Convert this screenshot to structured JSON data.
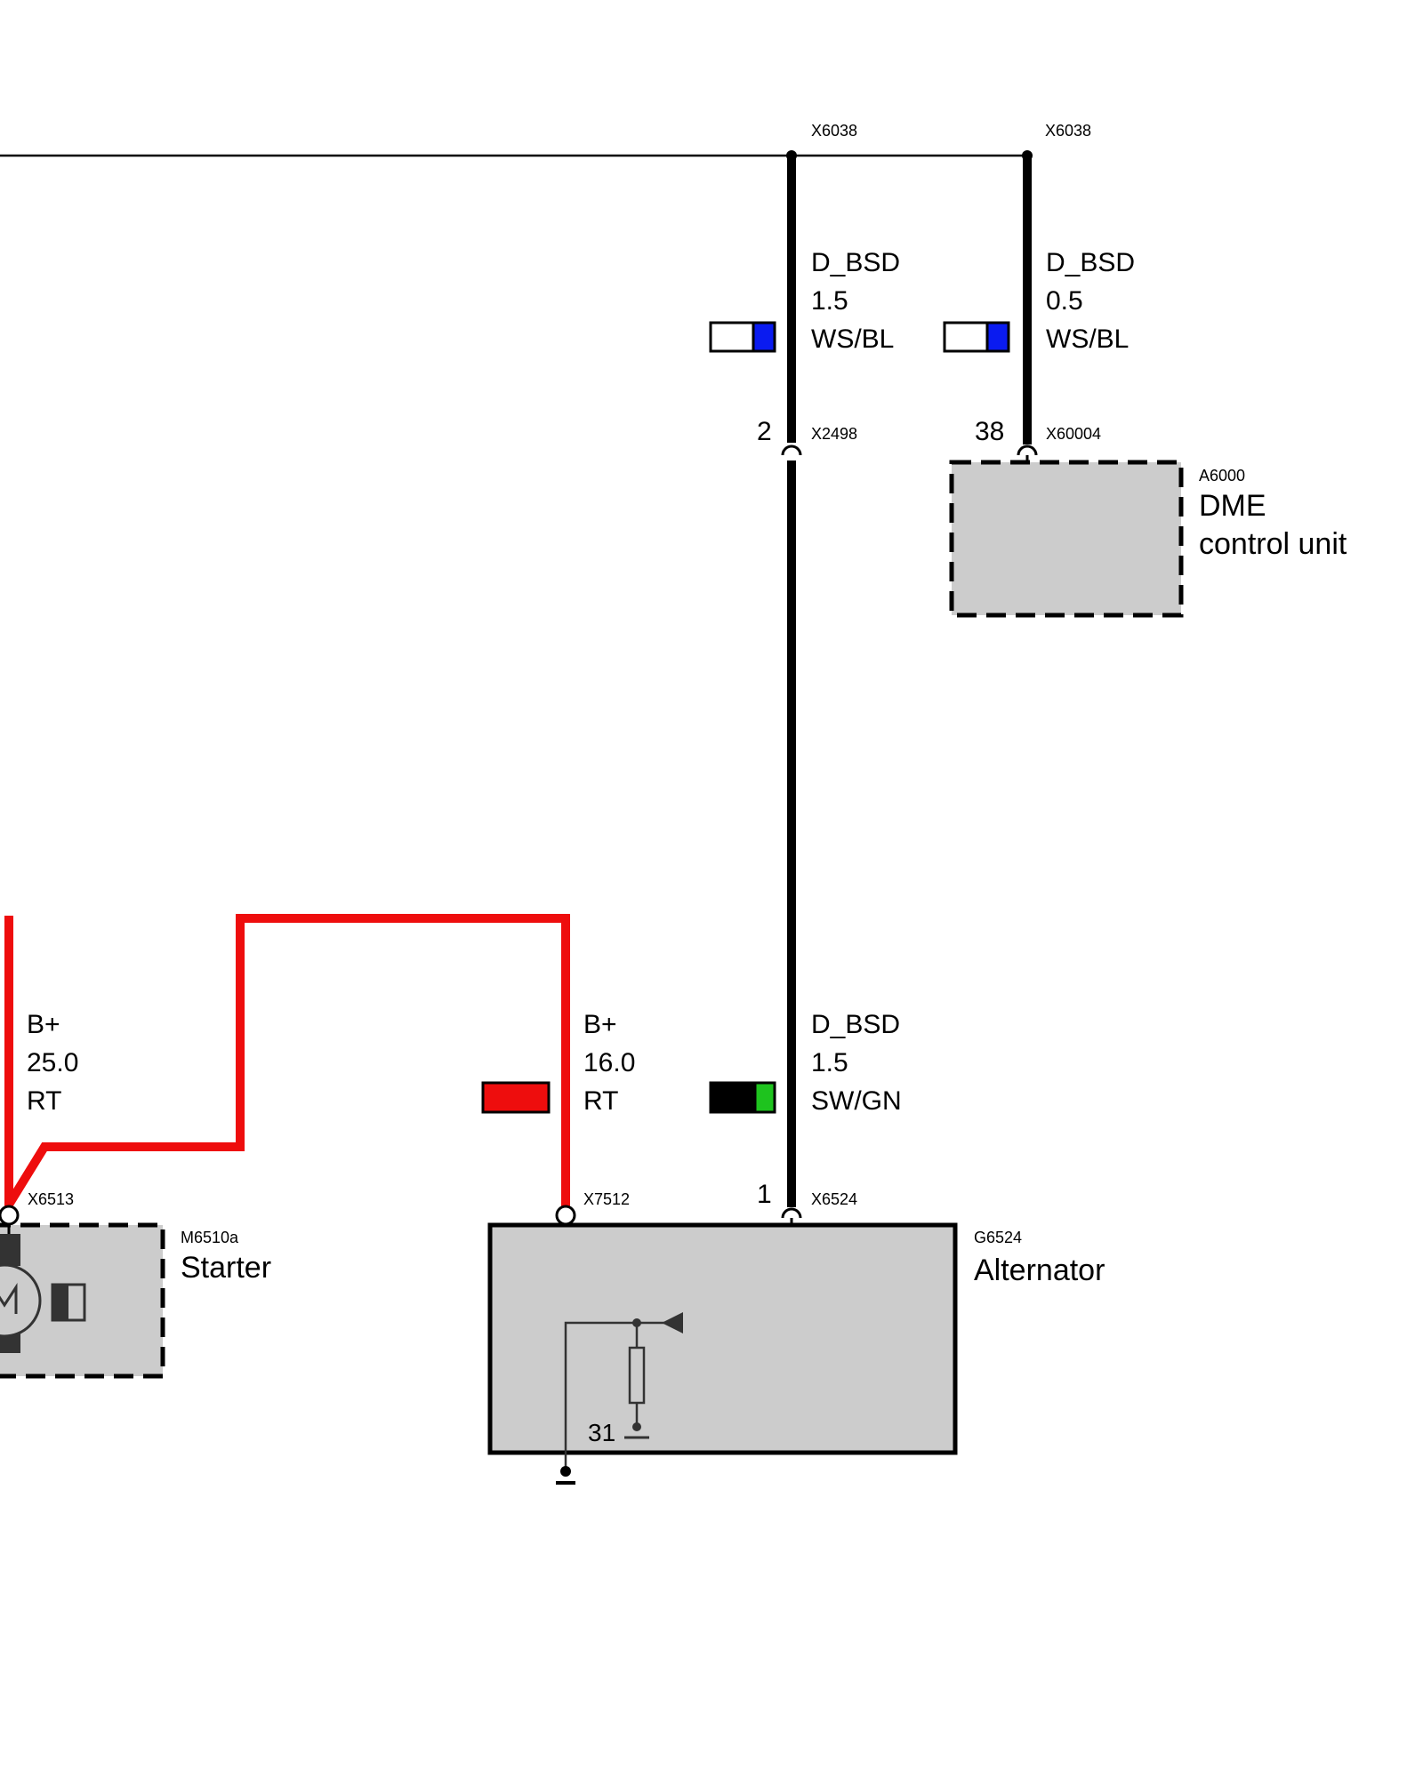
{
  "colors": {
    "black_wire": "#000000",
    "power_wire": "#ee0d0d",
    "blue": "#0a1bf0",
    "green": "#1ec31e",
    "component_fill": "#cccccc",
    "white": "#ffffff"
  },
  "connectors": {
    "x6038_left": "X6038",
    "x6038_right": "X6038",
    "x2498": "X2498",
    "x60004": "X60004",
    "x6513": "X6513",
    "x7512": "X7512",
    "x6524": "X6524"
  },
  "pins": {
    "x2498_pin": "2",
    "x60004_pin": "38",
    "x6524_pin": "1"
  },
  "wires": {
    "dbsd_top_left": {
      "name": "D_BSD",
      "gauge": "1.5",
      "color": "WS/BL",
      "swatch": [
        "#ffffff",
        "#0a1bf0"
      ]
    },
    "dbsd_top_right": {
      "name": "D_BSD",
      "gauge": "0.5",
      "color": "WS/BL",
      "swatch": [
        "#ffffff",
        "#0a1bf0"
      ]
    },
    "bplus_starter": {
      "name": "B+",
      "gauge": "25.0",
      "color": "RT"
    },
    "bplus_alternator": {
      "name": "B+",
      "gauge": "16.0",
      "color": "RT",
      "swatch": [
        "#ee0d0d"
      ]
    },
    "dbsd_bottom": {
      "name": "D_BSD",
      "gauge": "1.5",
      "color": "SW/GN",
      "swatch": [
        "#000000",
        "#1ec31e"
      ]
    }
  },
  "components": {
    "dme": {
      "id": "A6000",
      "name_line1": "DME",
      "name_line2": "control unit"
    },
    "starter": {
      "id": "M6510a",
      "name": "Starter"
    },
    "alternator": {
      "id": "G6524",
      "name": "Alternator",
      "ground_label": "31"
    }
  }
}
